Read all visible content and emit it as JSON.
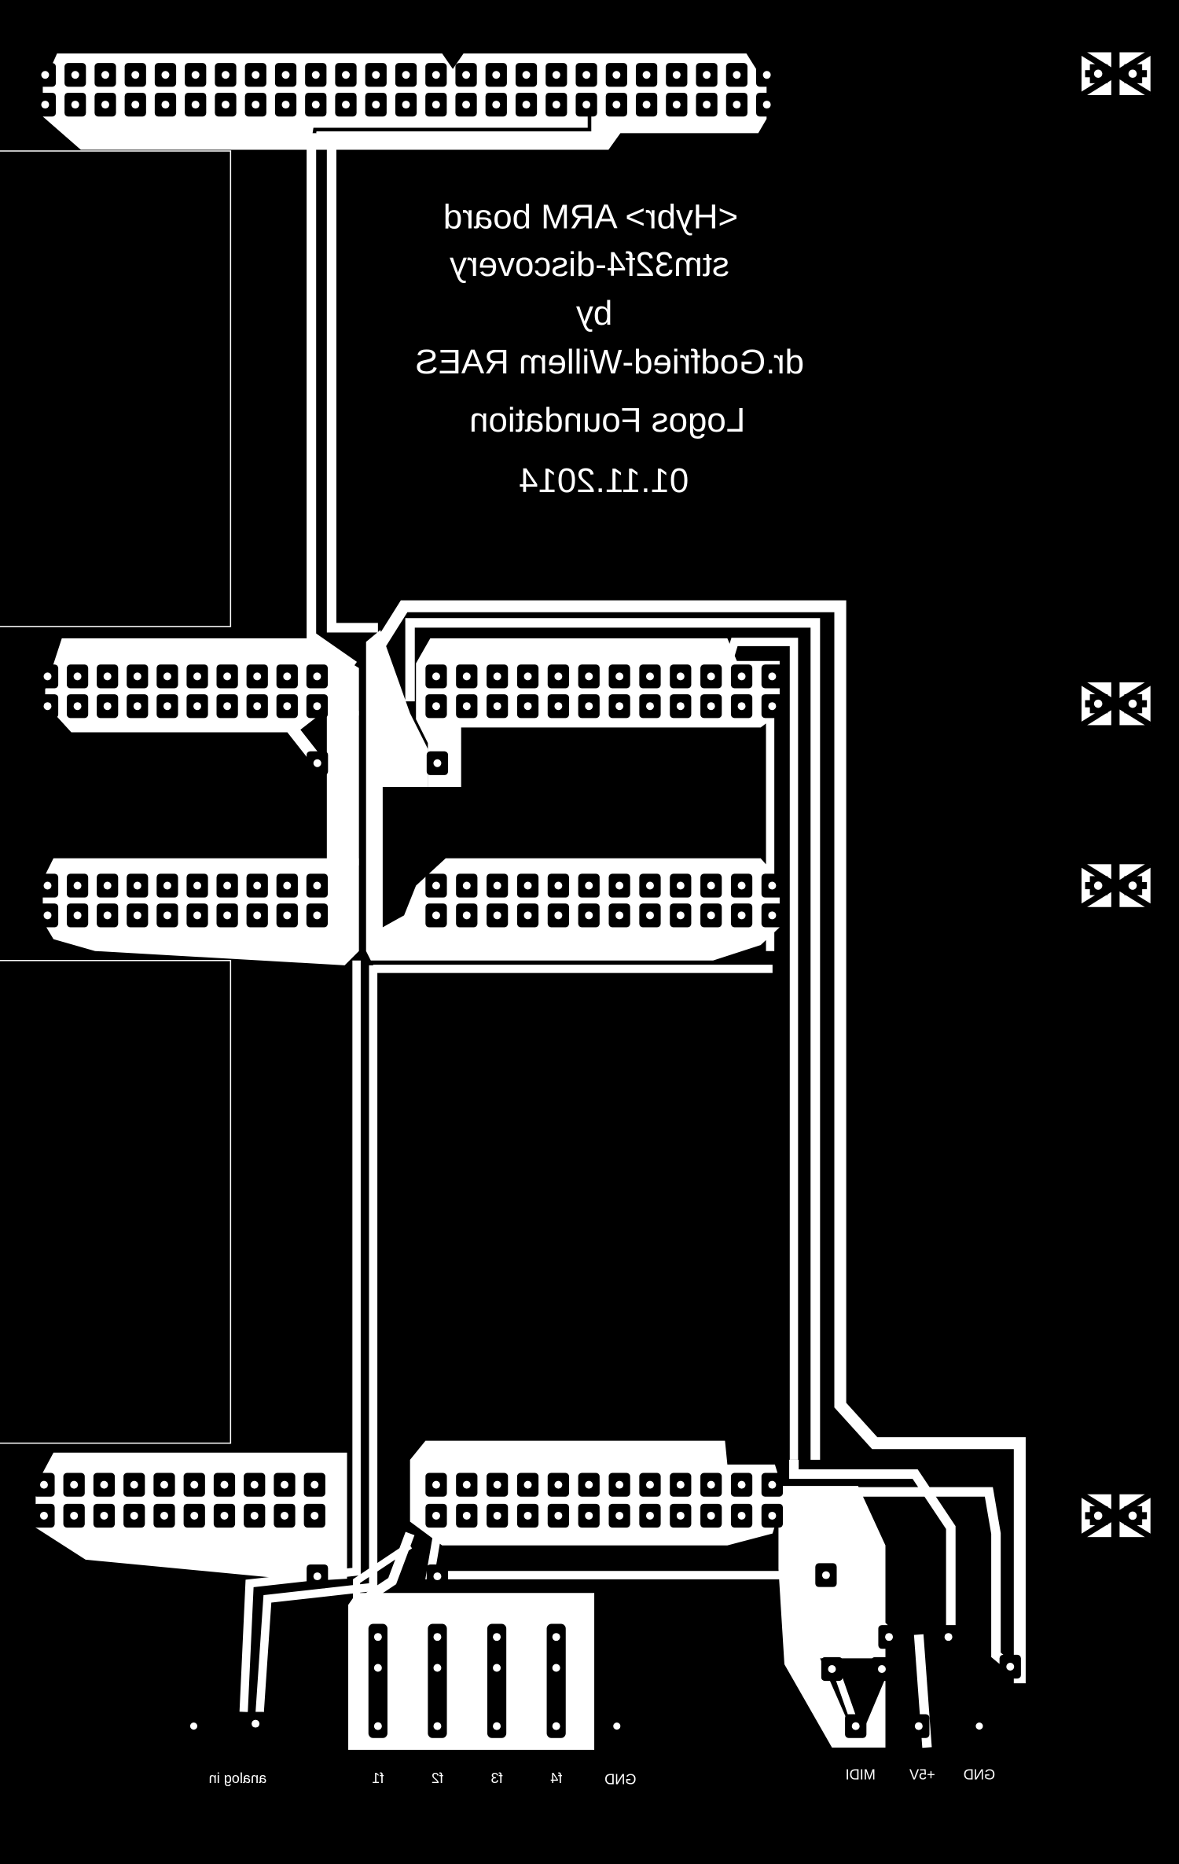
{
  "board_title": {
    "lines": [
      "<Hybr>  ARM board",
      "stm32f4-discovery",
      "by",
      "dr.Godfried-Willem RAES",
      "Logos Foundation",
      "01.11.2014"
    ]
  },
  "connector_labels": {
    "analog_in": "analog in",
    "f1": "f1",
    "f2": "f2",
    "f3": "f3",
    "f4": "f4",
    "gnd_left": "GND",
    "midi": "MIDI",
    "plus5v": "+5V",
    "gnd_right": "GND"
  },
  "colors": {
    "copper": "#ffffff",
    "background": "#000000"
  },
  "text_mirrored": true
}
